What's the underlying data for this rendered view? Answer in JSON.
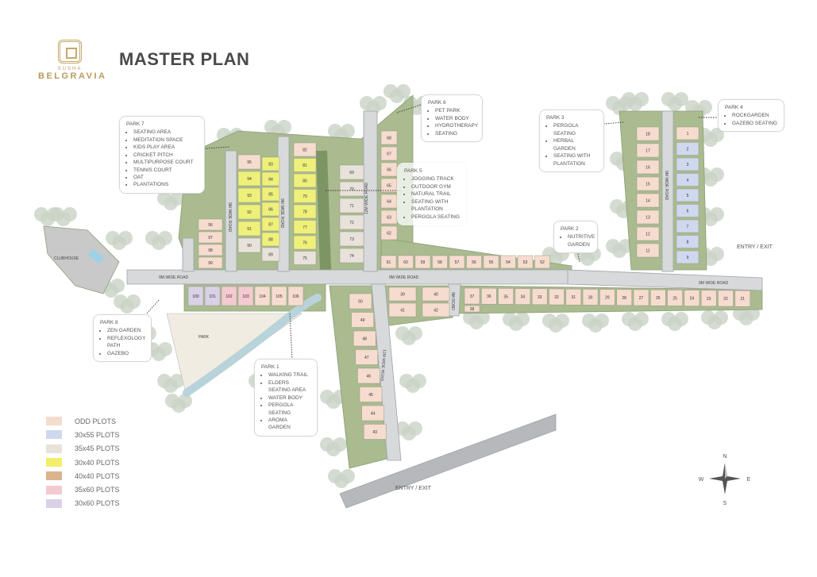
{
  "brand": {
    "sub": "SUSHA",
    "name": "BELGRAVIA"
  },
  "title": "MASTER PLAN",
  "legend": [
    {
      "label": "ODD PLOTS",
      "color": "#f6dccf"
    },
    {
      "label": "30x55 PLOTS",
      "color": "#cfd8ee"
    },
    {
      "label": "35x45 PLOTS",
      "color": "#e8e2da"
    },
    {
      "label": "30x40 PLOTS",
      "color": "#f3ee6a"
    },
    {
      "label": "40x40 PLOTS",
      "color": "#d9b48e"
    },
    {
      "label": "35x60 PLOTS",
      "color": "#f4c9cf"
    },
    {
      "label": "30x60 PLOTS",
      "color": "#d9d1e6"
    }
  ],
  "parks": {
    "park1": {
      "title": "PARK 1",
      "items": [
        "WALKING TRAIL",
        "ELDERS SEATING AREA",
        "WATER BODY",
        "PERGOLA SEATING",
        "AROMA GARDEN"
      ]
    },
    "park2": {
      "title": "PARK 2",
      "items": [
        "NUTRITIVE GARDEN"
      ]
    },
    "park3": {
      "title": "PARK 3",
      "items": [
        "PERGOLA SEATING",
        "HERBAL GARDEN",
        "SEATING WITH PLANTATION"
      ]
    },
    "park4": {
      "title": "PARK 4",
      "items": [
        "ROCKGARDEN",
        "GAZEBO SEATING"
      ]
    },
    "park5": {
      "title": "PARK 5",
      "items": [
        "JOGGING TRACK",
        "OUTDOOR GYM",
        "NATURAL TRAIL",
        "SEATING WITH PLANTATION",
        "PERGOLA SEATING"
      ]
    },
    "park6": {
      "title": "PARK 6",
      "items": [
        "PET PARK",
        "WATER BODY",
        "HYDROTHERAPY",
        "SEATING"
      ]
    },
    "park7": {
      "title": "PARK 7",
      "items": [
        "SEATING AREA",
        "MEDITATION SPACE",
        "KIDS PLAY AREA",
        "CRICKET PITCH",
        "MULTIPURPOSE COURT",
        "TENNIS COURT",
        "OAT",
        "PLANTATIONS"
      ]
    },
    "park8": {
      "title": "PARK 8",
      "items": [
        "ZEN GARDEN",
        "REFLEXOLOGY PATH",
        "GAZEBO"
      ]
    }
  },
  "map_labels": {
    "clubhouse": "CLUBHOUSE",
    "park": "PARK",
    "road_9m": "9M WIDE ROAD",
    "road_12m": "12M WIDE ROAD",
    "road_9m_short": "9M ROAD",
    "entry_exit": "ENTRY / EXIT"
  },
  "compass": {
    "n": "N",
    "s": "S",
    "e": "E",
    "w": "W"
  },
  "plots": {
    "east_left": [
      "18",
      "17",
      "16",
      "15",
      "14",
      "13",
      "12",
      "11"
    ],
    "east_right": [
      "1",
      "2",
      "3",
      "4",
      "5",
      "6",
      "7",
      "8",
      "9"
    ],
    "south_row": [
      "37",
      "36",
      "35",
      "34",
      "33",
      "32",
      "31",
      "30",
      "29",
      "28",
      "27",
      "26",
      "25",
      "24",
      "23",
      "22",
      "21"
    ],
    "south_row_extra": [
      "38"
    ],
    "north_row": [
      "61",
      "60",
      "59",
      "58",
      "57",
      "56",
      "55",
      "54",
      "53",
      "52"
    ],
    "col_12m_east": [
      "68",
      "67",
      "66",
      "65",
      "64",
      "63",
      "62"
    ],
    "col_grey": [
      "69",
      "70",
      "71",
      "72",
      "73",
      "74"
    ],
    "col_9m_east": [
      "82",
      "81",
      "80",
      "79",
      "78",
      "77",
      "76",
      "75"
    ],
    "col_yellow": [
      "83",
      "84",
      "85",
      "86",
      "87",
      "88",
      "89"
    ],
    "col_left": [
      "95",
      "94",
      "93",
      "92",
      "91",
      "90"
    ],
    "west_small": [
      "96",
      "97",
      "98",
      "99"
    ],
    "row_below_road": [
      "100",
      "101",
      "102",
      "103",
      "104",
      "105",
      "106"
    ],
    "col_south": [
      "50",
      "49",
      "48",
      "47",
      "46",
      "45",
      "44",
      "43"
    ],
    "cluster_south": [
      "39",
      "40",
      "41",
      "42"
    ]
  }
}
